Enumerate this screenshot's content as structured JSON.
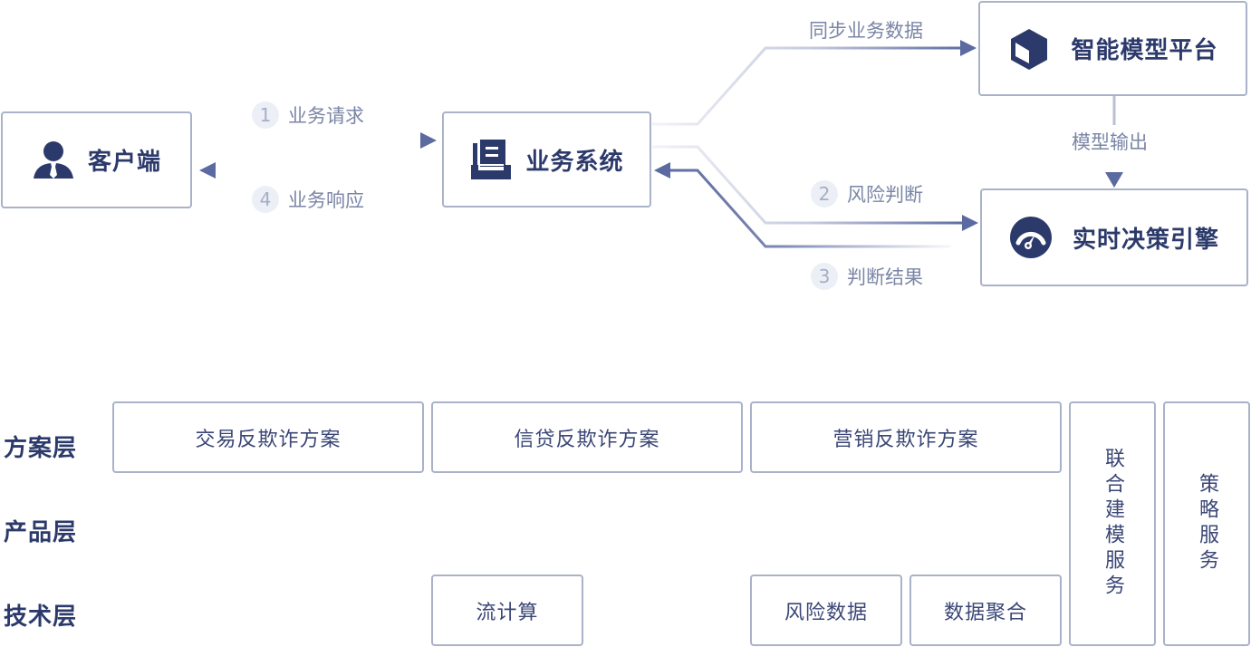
{
  "colors": {
    "primary": "#2c3a6b",
    "arrow": "#5b6aa0",
    "border": "#a9b2c8",
    "label": "#7b86a6",
    "step_bg": "#eceff6"
  },
  "flow": {
    "nodes": {
      "client": {
        "label": "客户端",
        "icon": "user-icon"
      },
      "business_system": {
        "label": "业务系统",
        "icon": "inbox-document-icon"
      },
      "model_platform": {
        "label": "智能模型平台",
        "icon": "cube-icon"
      },
      "decision_engine": {
        "label": "实时决策引擎",
        "icon": "gauge-icon"
      }
    },
    "edges": {
      "request": {
        "step": "1",
        "label": "业务请求"
      },
      "response": {
        "step": "4",
        "label": "业务响应"
      },
      "sync": {
        "label": "同步业务数据"
      },
      "risk_check": {
        "step": "2",
        "label": "风险判断"
      },
      "result": {
        "step": "3",
        "label": "判断结果"
      },
      "model_output": {
        "label": "模型输出"
      }
    }
  },
  "layers": {
    "labels": [
      "方案层",
      "产品层",
      "技术层"
    ],
    "solutions": [
      "交易反欺诈方案",
      "信贷反欺诈方案",
      "营销反欺诈方案"
    ],
    "tech": [
      "流计算",
      "风险数据",
      "数据聚合"
    ],
    "side_services": [
      "联合建模服务",
      "策略服务"
    ]
  }
}
